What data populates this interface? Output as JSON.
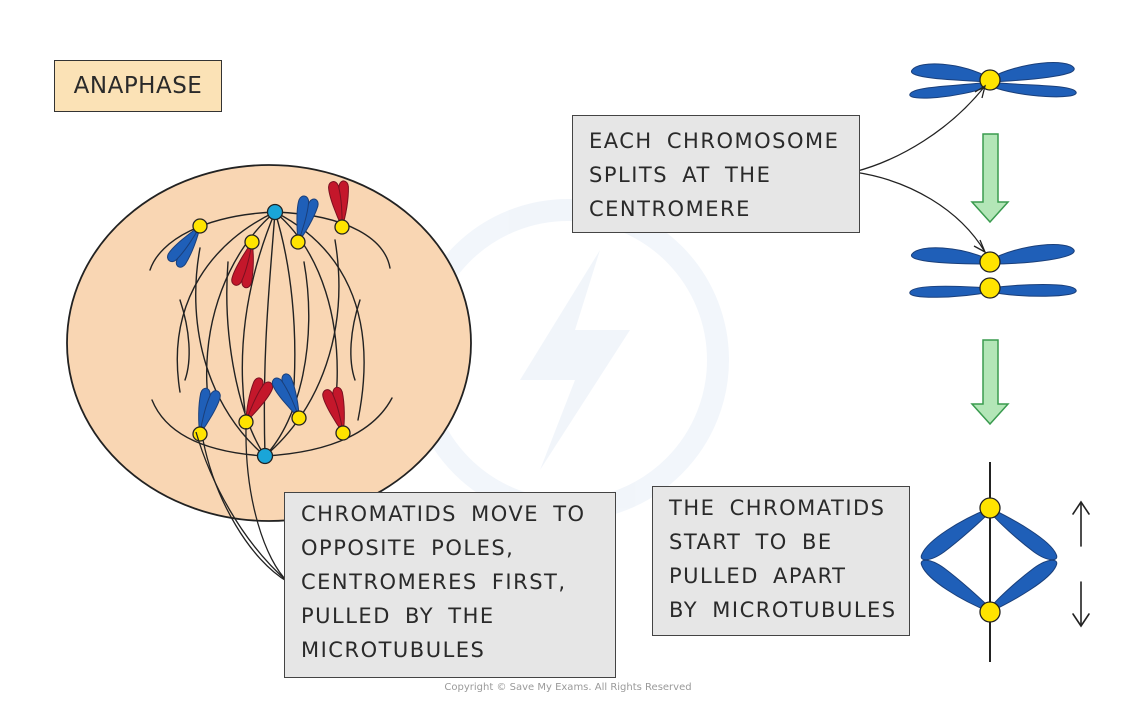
{
  "title": "ANAPHASE",
  "callouts": {
    "chromosome_splits": [
      "EACH  CHROMOSOME",
      "SPLITS  AT  THE",
      "CENTROMERE"
    ],
    "chromatids_move": [
      "CHROMATIDS MOVE TO",
      "OPPOSITE  POLES,",
      "CENTROMERES FIRST,",
      "PULLED  BY THE",
      "MICROTUBULES"
    ],
    "pulled_apart": [
      "THE  CHROMATIDS",
      "START  TO  BE",
      "PULLED  APART",
      "BY MICROTUBULES"
    ]
  },
  "copyright": "Copyright © Save My Exams. All Rights Reserved",
  "colors": {
    "cell": "#f9d6b3",
    "chromatid_blue": "#1f5fb8",
    "chromatid_red": "#c4172b",
    "centromere": "#ffe400",
    "centrosome": "#1aa5d8",
    "arrow_fill": "#b3e6b7",
    "arrow_stroke": "#3a9b4f",
    "callout_bg": "#e6e6e6",
    "title_bg": "#fbe2b6"
  }
}
